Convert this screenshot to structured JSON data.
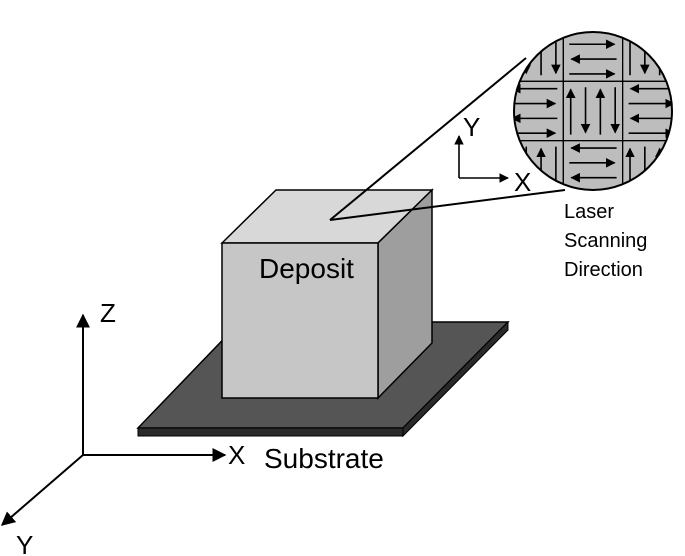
{
  "labels": {
    "deposit": "Deposit",
    "substrate": "Substrate",
    "laser_line1": "Laser",
    "laser_line2": "Scanning",
    "laser_line3": "Direction"
  },
  "axes_main": {
    "x": "X",
    "y": "Y",
    "z": "Z"
  },
  "axes_inset": {
    "x": "X",
    "y": "Y"
  },
  "colors": {
    "substrate_top": "#555555",
    "substrate_edge": "#2a2a2a",
    "cube_front": "#c6c6c6",
    "cube_top": "#d8d8d8",
    "cube_side": "#9e9e9e",
    "inset_bg": "#bdbdbd",
    "ink": "#000000"
  },
  "scan_pattern": {
    "grid": "3x3",
    "cells": [
      [
        "vertical-alternating",
        "horizontal-alternating",
        "vertical-alternating"
      ],
      [
        "horizontal-alternating",
        "vertical-alternating",
        "horizontal-alternating"
      ],
      [
        "vertical-alternating",
        "horizontal-alternating",
        "vertical-alternating"
      ]
    ]
  }
}
